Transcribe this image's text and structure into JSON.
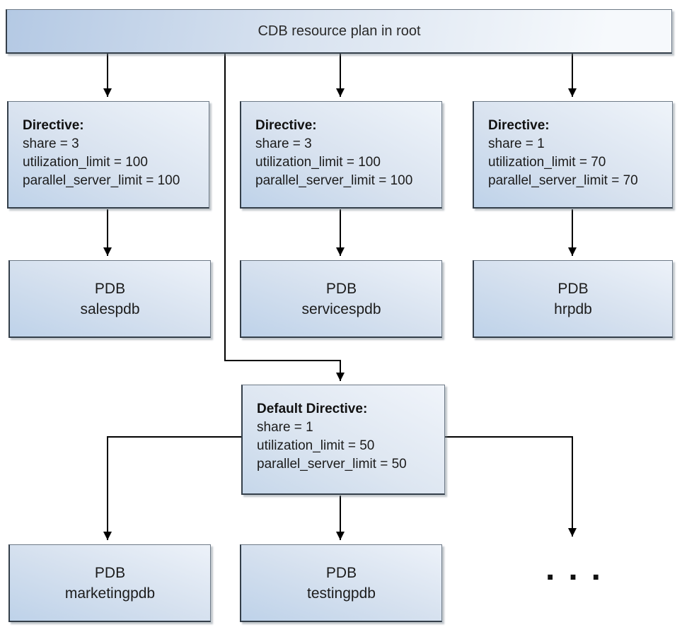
{
  "diagram": {
    "title_node": {
      "label": "CDB resource plan in root"
    },
    "directives": [
      {
        "title": "Directive:",
        "lines": [
          "share = 3",
          "utilization_limit = 100",
          "parallel_server_limit = 100"
        ],
        "target_pdb": "salespdb"
      },
      {
        "title": "Directive:",
        "lines": [
          "share = 3",
          "utilization_limit = 100",
          "parallel_server_limit = 100"
        ],
        "target_pdb": "servicespdb"
      },
      {
        "title": "Directive:",
        "lines": [
          "share = 1",
          "utilization_limit = 70",
          "parallel_server_limit = 70"
        ],
        "target_pdb": "hrpdb"
      }
    ],
    "default_directive": {
      "title": "Default Directive:",
      "lines": [
        "share = 1",
        "utilization_limit = 50",
        "parallel_server_limit = 50"
      ],
      "target_pdbs": [
        "marketingpdb",
        "testingpdb",
        "..."
      ]
    },
    "pdbs": [
      {
        "line1": "PDB",
        "line2": "salespdb"
      },
      {
        "line1": "PDB",
        "line2": "servicespdb"
      },
      {
        "line1": "PDB",
        "line2": "hrpdb"
      },
      {
        "line1": "PDB",
        "line2": "marketingpdb"
      },
      {
        "line1": "PDB",
        "line2": "testingpdb"
      }
    ],
    "ellipsis": "..."
  },
  "colors": {
    "box_gradient_dark": "#bed2e9",
    "box_gradient_light": "#eff4fa",
    "banner_gradient_left": "#b4c9e4",
    "banner_gradient_right": "#f6f9fc",
    "border": "#343f4a",
    "arrow": "#000000",
    "text": "#1c1c1c",
    "background": "#ffffff"
  }
}
